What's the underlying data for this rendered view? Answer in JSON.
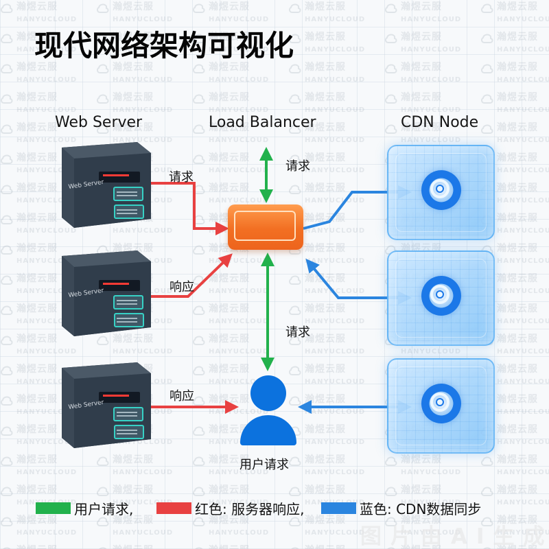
{
  "title": "现代网络架构可视化",
  "columns": {
    "web_server": "Web Server",
    "load_balancer": "Load Balancer",
    "cdn_node": "CDN Node"
  },
  "servers": [
    {
      "label": "Web Server"
    },
    {
      "label": "Web Server"
    },
    {
      "label": "Web Server"
    }
  ],
  "edges": {
    "server_top_label": "请求",
    "server_mid_label": "响应",
    "server_bottom_label": "响应",
    "lb_top_label": "请求",
    "lb_user_label": "请求"
  },
  "user": {
    "label": "用户请求"
  },
  "legend": {
    "green": "用户请求,",
    "red": "红色: 服务器响应,",
    "blue": "蓝色: CDN数据同步"
  },
  "watermark": {
    "main": "瀚煜云服",
    "sub": "HANYUCLOUD",
    "bottom": "图片由AI生成"
  },
  "colors": {
    "green": "#22b14c",
    "red": "#e84141",
    "blue": "#2b85df",
    "orange": "#f27424",
    "user_blue": "#0c72de"
  },
  "icons": {
    "server": "server-rack-icon",
    "load_balancer": "load-balancer-icon",
    "cdn": "cdn-node-icon",
    "user": "user-icon",
    "watermark_logo": "cloud-logo-icon"
  }
}
